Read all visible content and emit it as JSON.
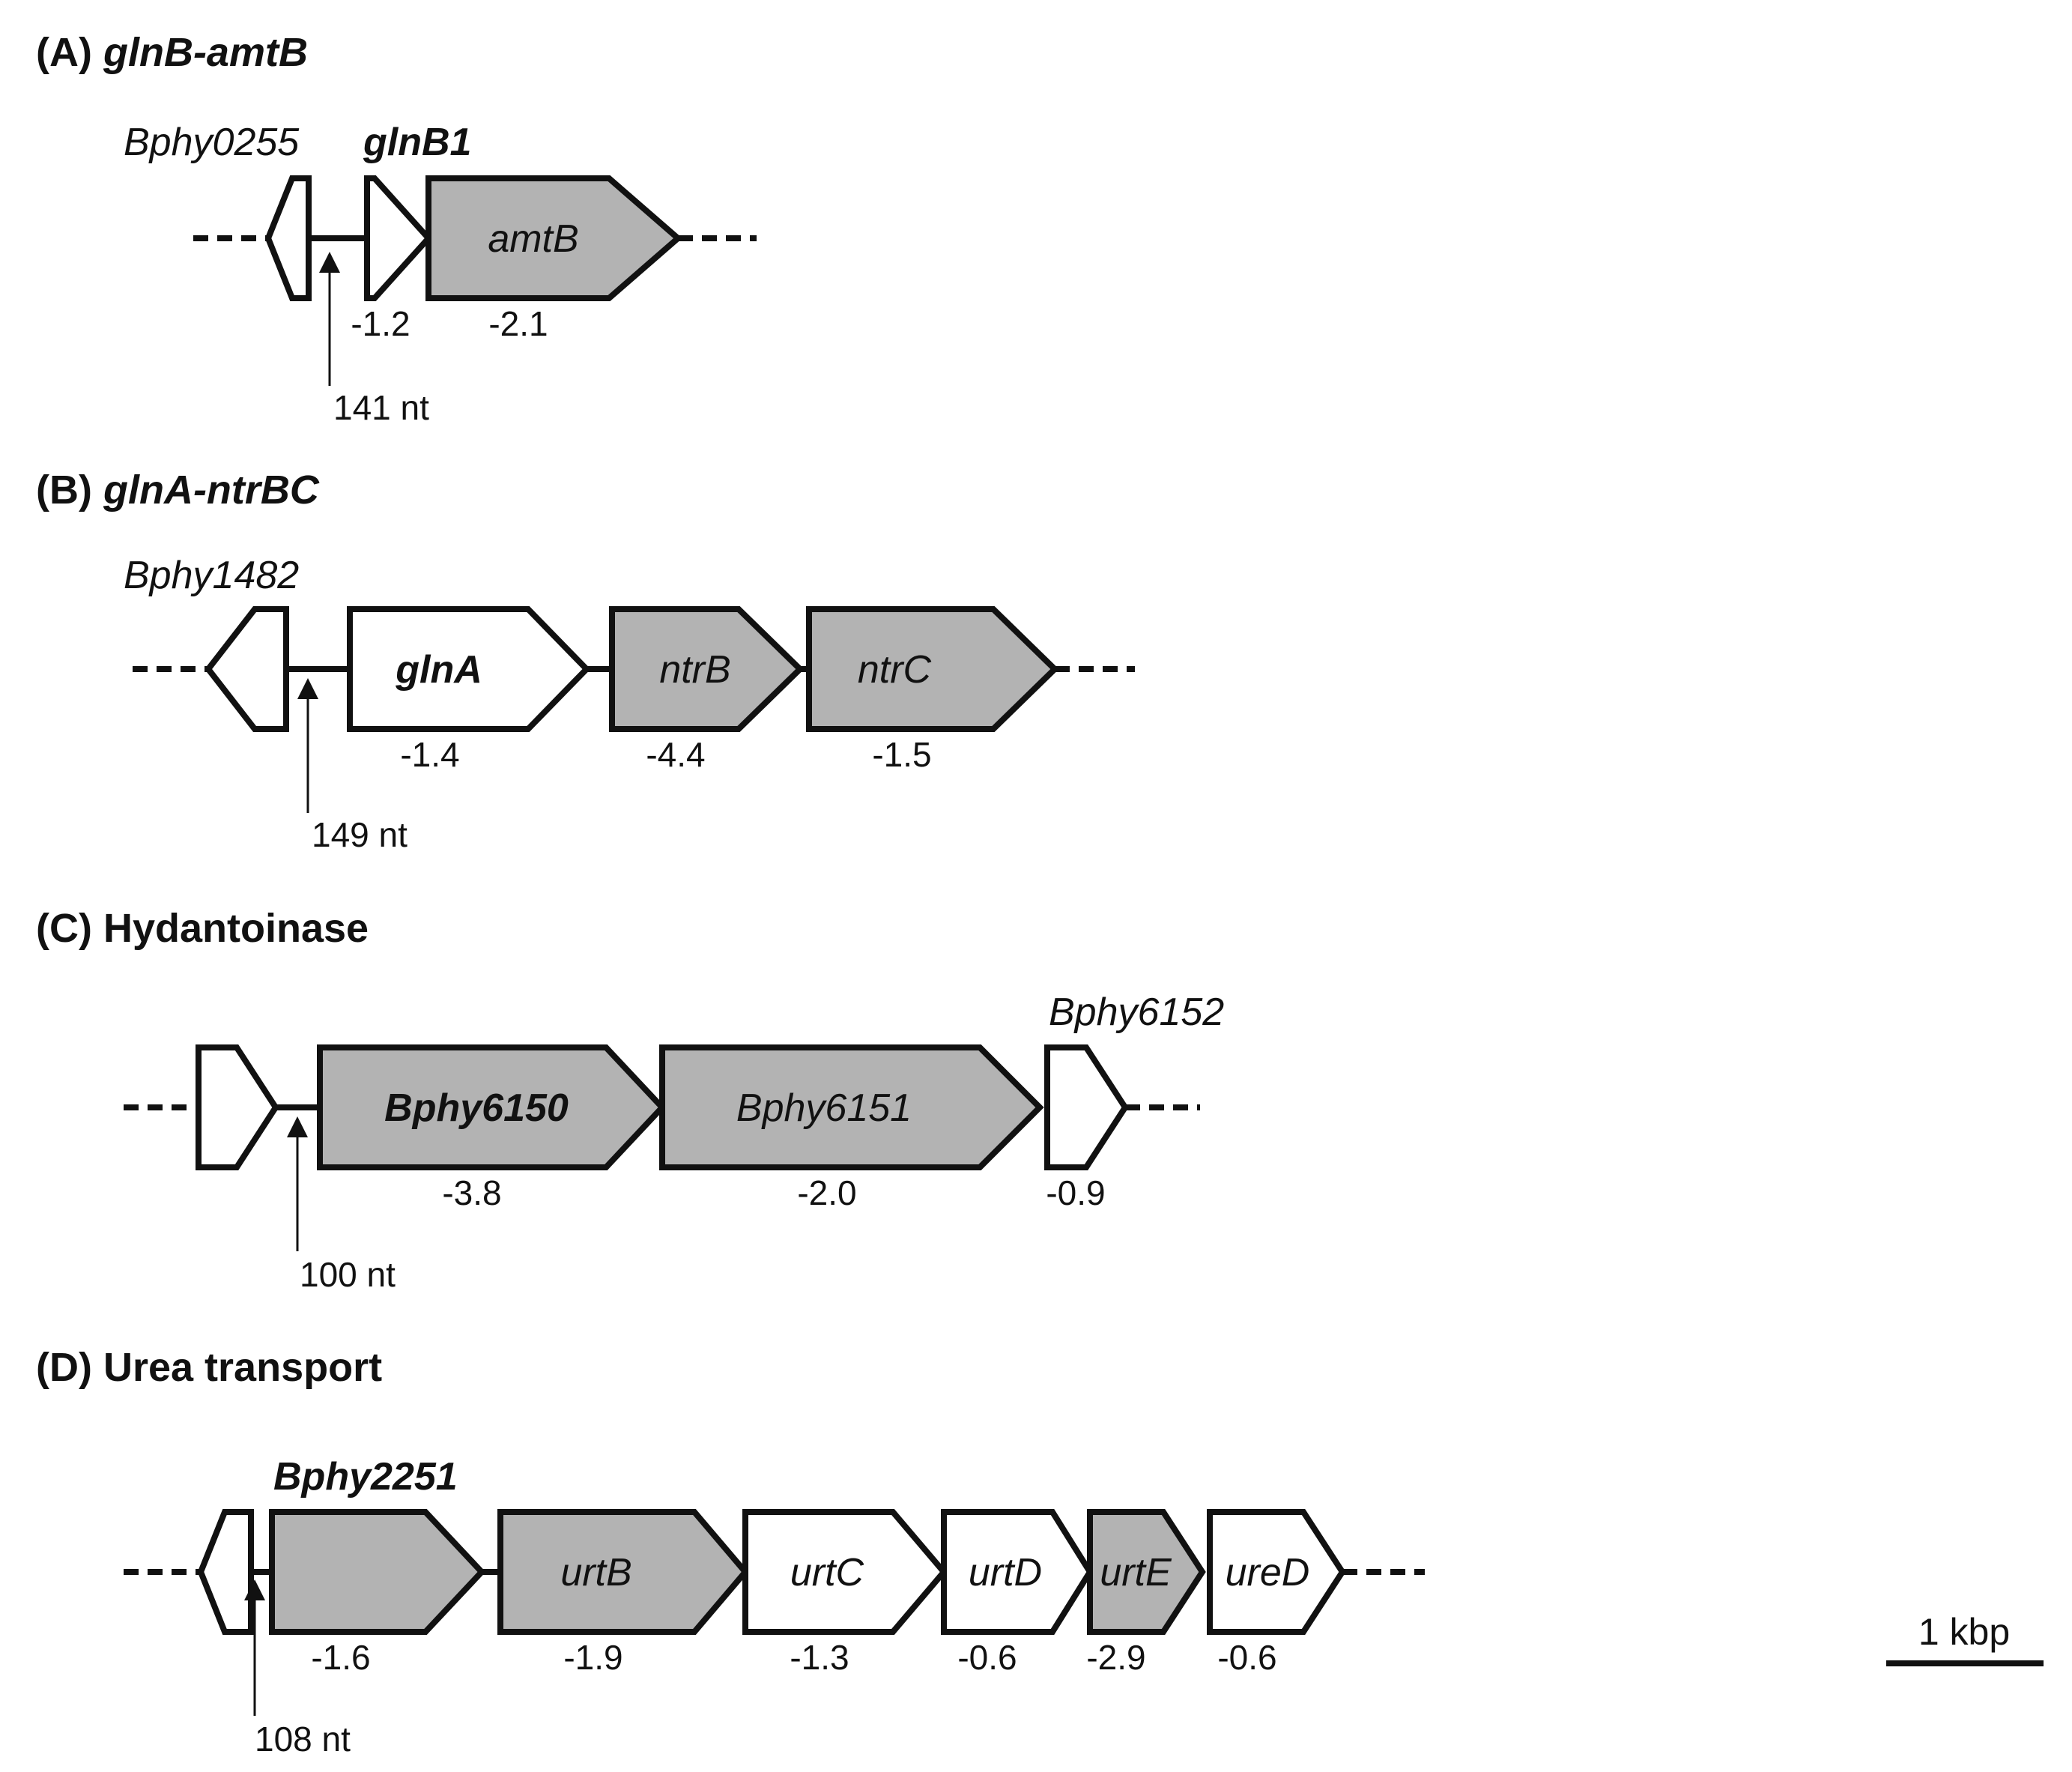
{
  "colors": {
    "regulated": "#b3b3b3",
    "unregulated": "#ffffff",
    "stroke": "#111111"
  },
  "panels": [
    {
      "letter": "(A)",
      "name": "glnB-amtB",
      "name_italic": true,
      "promoter_distance": "141 nt",
      "genes": [
        {
          "label": "Bphy0255",
          "bold": false,
          "fc": "",
          "regulated": false,
          "strand": "reverse"
        },
        {
          "label": "glnB1",
          "bold": true,
          "fc": "-1.2",
          "regulated": false,
          "strand": "forward"
        },
        {
          "label": "amtB",
          "bold": false,
          "fc": "-2.1",
          "regulated": true,
          "strand": "forward"
        }
      ]
    },
    {
      "letter": "(B)",
      "name": "glnA-ntrBC",
      "name_italic": true,
      "promoter_distance": "149 nt",
      "genes": [
        {
          "label": "Bphy1482",
          "bold": false,
          "fc": "",
          "regulated": false,
          "strand": "reverse"
        },
        {
          "label": "glnA",
          "bold": true,
          "fc": "-1.4",
          "regulated": false,
          "strand": "forward"
        },
        {
          "label": "ntrB",
          "bold": false,
          "fc": "-4.4",
          "regulated": true,
          "strand": "forward"
        },
        {
          "label": "ntrC",
          "bold": false,
          "fc": "-1.5",
          "regulated": true,
          "strand": "forward"
        }
      ]
    },
    {
      "letter": "(C)",
      "name": "Hydantoinase",
      "name_italic": false,
      "promoter_distance": "100 nt",
      "genes": [
        {
          "label": "",
          "bold": false,
          "fc": "",
          "regulated": false,
          "strand": "forward"
        },
        {
          "label": "Bphy6150",
          "bold": true,
          "fc": "-3.8",
          "regulated": true,
          "strand": "forward"
        },
        {
          "label": "Bphy6151",
          "bold": false,
          "fc": "-2.0",
          "regulated": true,
          "strand": "forward"
        },
        {
          "label": "Bphy6152",
          "bold": false,
          "fc": "-0.9",
          "regulated": false,
          "strand": "forward"
        }
      ]
    },
    {
      "letter": "(D)",
      "name": "Urea transport",
      "name_italic": false,
      "promoter_distance": "108 nt",
      "genes": [
        {
          "label": "",
          "bold": false,
          "fc": "",
          "regulated": false,
          "strand": "reverse"
        },
        {
          "label": "Bphy2251",
          "bold": true,
          "fc": "-1.6",
          "regulated": true,
          "strand": "forward"
        },
        {
          "label": "urtB",
          "bold": false,
          "fc": "-1.9",
          "regulated": true,
          "strand": "forward"
        },
        {
          "label": "urtC",
          "bold": false,
          "fc": "-1.3",
          "regulated": false,
          "strand": "forward"
        },
        {
          "label": "urtD",
          "bold": false,
          "fc": "-0.6",
          "regulated": false,
          "strand": "forward"
        },
        {
          "label": "urtE",
          "bold": false,
          "fc": "-2.9",
          "regulated": true,
          "strand": "forward"
        },
        {
          "label": "ureD",
          "bold": false,
          "fc": "-0.6",
          "regulated": false,
          "strand": "forward"
        }
      ]
    }
  ],
  "scale_bar": {
    "label": "1 kbp"
  }
}
